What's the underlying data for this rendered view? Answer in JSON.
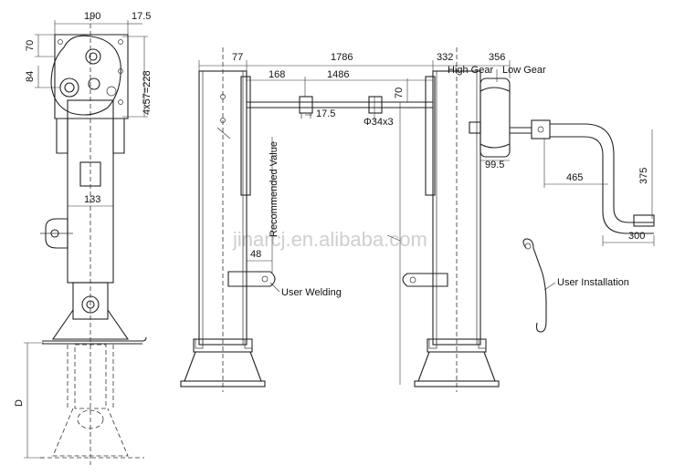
{
  "watermark": "jinarcj.en.alibaba.com",
  "dimensions": {
    "d190": "190",
    "d17_5_top": "17.5",
    "d70_left": "70",
    "d84": "84",
    "d4x57": "4x57=228",
    "d133": "133",
    "d77": "77",
    "d1786": "1786",
    "d332": "332",
    "d356": "356",
    "d168": "168",
    "d1486": "1486",
    "d70_mid": "70",
    "d17_5_mid": "17.5",
    "phi34": "Φ34x3",
    "d99_5": "99.5",
    "d465": "465",
    "d375": "375",
    "d300": "300",
    "d48": "48",
    "dD": "D"
  },
  "labels": {
    "high_gear": "High Gear",
    "low_gear": "Low Gear",
    "recommended": "Recommended Value",
    "user_welding": "User Welding",
    "user_installation": "User Installation"
  }
}
